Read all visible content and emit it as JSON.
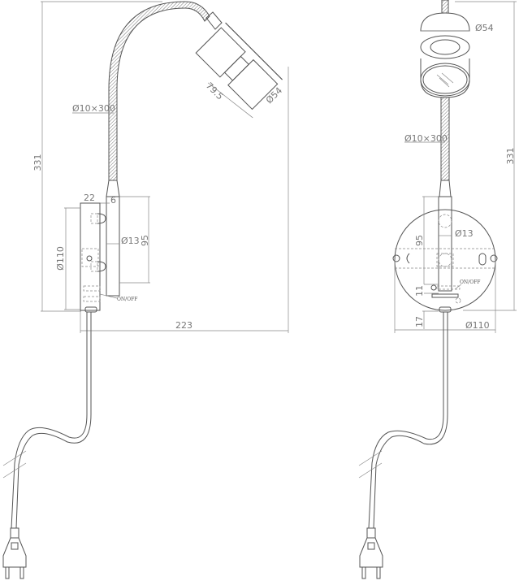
{
  "drawing": {
    "title": "Wall lamp with flexible arm - dimension drawing",
    "views": [
      "side-view",
      "front-view"
    ],
    "line_color": "#555555",
    "dimension_color": "#777777"
  },
  "side_view": {
    "height_label": "331",
    "width_label": "223",
    "arm_label": "Ø10×300",
    "head_length_label": "79.5",
    "head_diameter_label": "Ø54",
    "base_depth_label": "22",
    "stem_width_label": "6",
    "stem_diameter_label": "Ø13",
    "stem_height_label": "95",
    "base_diameter_label": "Ø110",
    "switch_label": "ON/OFF"
  },
  "front_view": {
    "height_label": "331",
    "head_diameter_label": "Ø54",
    "arm_label": "Ø10×300",
    "stem_height_label": "95",
    "stem_diameter_label": "Ø13",
    "switch_offset_label": "11",
    "switch_label": "ON/OFF",
    "bottom_offset_label": "17",
    "base_diameter_label": "Ø110"
  }
}
